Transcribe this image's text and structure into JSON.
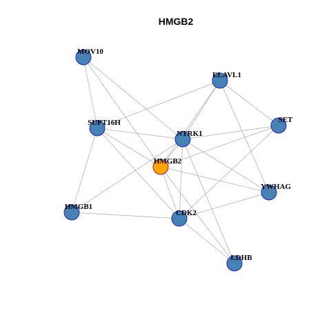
{
  "title": "HMGB2",
  "colors": {
    "node_fill": "#4682B4",
    "node_stroke": "#1F1FCC",
    "center_fill": "#FFA500",
    "center_stroke": "#8B2252",
    "edge": "#B3B3B3",
    "label": "#000000"
  },
  "nodes": [
    {
      "id": "MOV10",
      "label": "MOV10",
      "center": false
    },
    {
      "id": "ELAVL1",
      "label": "ELAVL1",
      "center": false
    },
    {
      "id": "SUPT16H",
      "label": "SUPT16H",
      "center": false
    },
    {
      "id": "NTRK1",
      "label": "NTRK1",
      "center": false
    },
    {
      "id": "SET",
      "label": "SET",
      "center": false
    },
    {
      "id": "HMGB2",
      "label": "HMGB2",
      "center": true
    },
    {
      "id": "YWHAG",
      "label": "YWHAG",
      "center": false
    },
    {
      "id": "HMGB1",
      "label": "HMGB1",
      "center": false
    },
    {
      "id": "CDK2",
      "label": "CDK2",
      "center": false
    },
    {
      "id": "LDHB",
      "label": "LDHB",
      "center": false
    }
  ],
  "edges": [
    [
      "MOV10",
      "SUPT16H"
    ],
    [
      "MOV10",
      "NTRK1"
    ],
    [
      "MOV10",
      "HMGB2"
    ],
    [
      "ELAVL1",
      "SUPT16H"
    ],
    [
      "ELAVL1",
      "NTRK1"
    ],
    [
      "ELAVL1",
      "HMGB2"
    ],
    [
      "ELAVL1",
      "SET"
    ],
    [
      "ELAVL1",
      "YWHAG"
    ],
    [
      "SUPT16H",
      "NTRK1"
    ],
    [
      "SUPT16H",
      "HMGB2"
    ],
    [
      "SUPT16H",
      "HMGB1"
    ],
    [
      "SUPT16H",
      "CDK2"
    ],
    [
      "NTRK1",
      "SET"
    ],
    [
      "NTRK1",
      "HMGB2"
    ],
    [
      "NTRK1",
      "YWHAG"
    ],
    [
      "NTRK1",
      "HMGB1"
    ],
    [
      "NTRK1",
      "CDK2"
    ],
    [
      "NTRK1",
      "LDHB"
    ],
    [
      "SET",
      "HMGB2"
    ],
    [
      "SET",
      "CDK2"
    ],
    [
      "HMGB2",
      "YWHAG"
    ],
    [
      "HMGB2",
      "CDK2"
    ],
    [
      "HMGB2",
      "LDHB"
    ],
    [
      "YWHAG",
      "CDK2"
    ],
    [
      "HMGB1",
      "CDK2"
    ],
    [
      "CDK2",
      "LDHB"
    ]
  ]
}
